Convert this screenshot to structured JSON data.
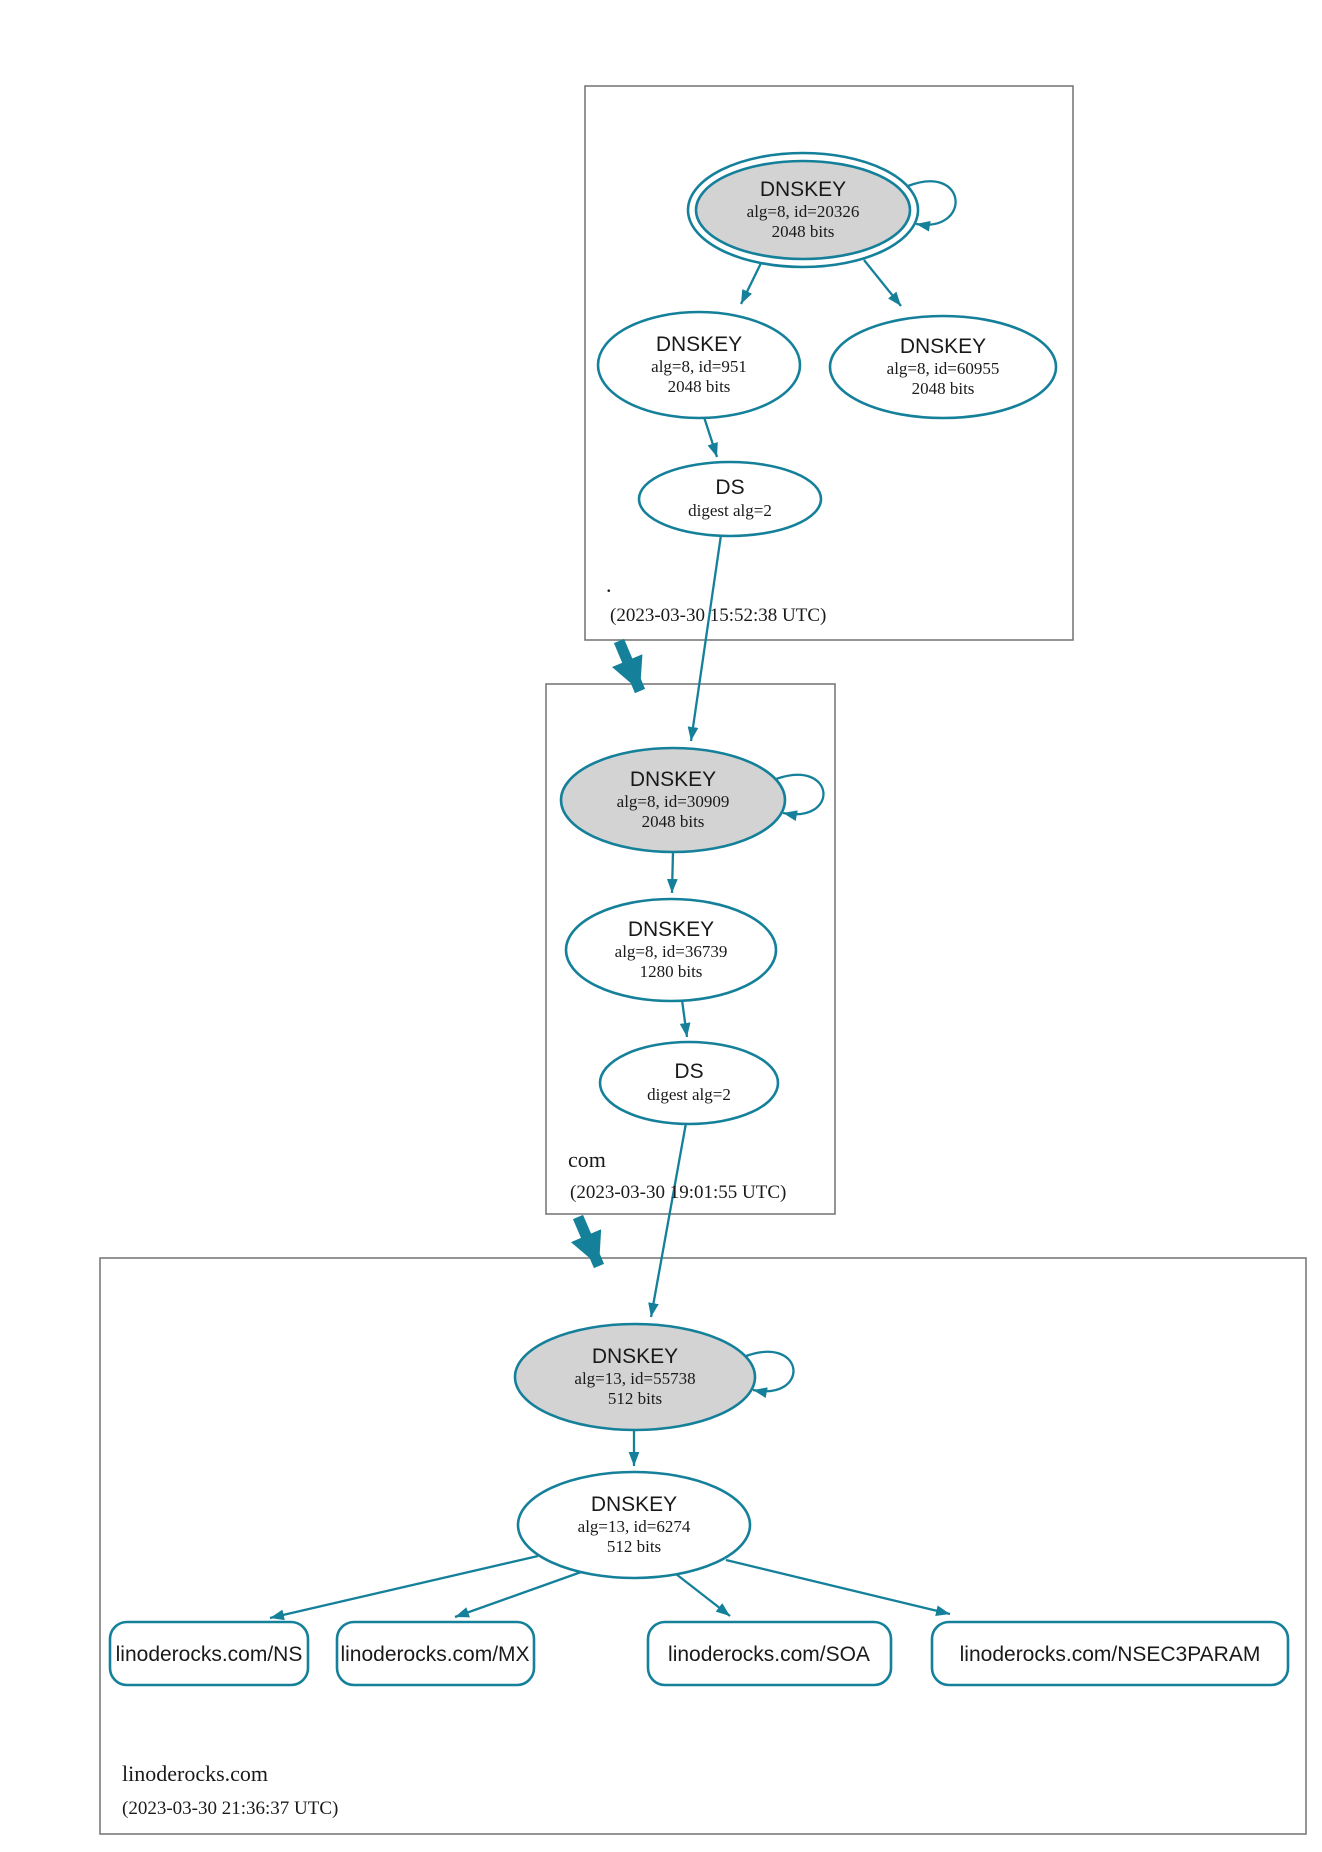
{
  "colors": {
    "edge_teal": "#15809a",
    "ksk_fill": "#d3d3d3",
    "cluster_border": "#7a7a7a",
    "text": "#1a1a1a"
  },
  "zones": [
    {
      "label": ".",
      "timestamp": "(2023-03-30 15:52:38 UTC)",
      "ksk": {
        "title": "DNSKEY",
        "detail": "alg=8, id=20326",
        "bits": "2048 bits"
      },
      "zsk_left": {
        "title": "DNSKEY",
        "detail": "alg=8, id=951",
        "bits": "2048 bits"
      },
      "zsk_right": {
        "title": "DNSKEY",
        "detail": "alg=8, id=60955",
        "bits": "2048 bits"
      },
      "ds": {
        "title": "DS",
        "detail": "digest alg=2"
      }
    },
    {
      "label": "com",
      "timestamp": "(2023-03-30 19:01:55 UTC)",
      "ksk": {
        "title": "DNSKEY",
        "detail": "alg=8, id=30909",
        "bits": "2048 bits"
      },
      "zsk": {
        "title": "DNSKEY",
        "detail": "alg=8, id=36739",
        "bits": "1280 bits"
      },
      "ds": {
        "title": "DS",
        "detail": "digest alg=2"
      }
    },
    {
      "label": "linoderocks.com",
      "timestamp": "(2023-03-30 21:36:37 UTC)",
      "ksk": {
        "title": "DNSKEY",
        "detail": "alg=13, id=55738",
        "bits": "512 bits"
      },
      "zsk": {
        "title": "DNSKEY",
        "detail": "alg=13, id=6274",
        "bits": "512 bits"
      },
      "records": [
        {
          "label": "linoderocks.com/NS"
        },
        {
          "label": "linoderocks.com/MX"
        },
        {
          "label": "linoderocks.com/SOA"
        },
        {
          "label": "linoderocks.com/NSEC3PARAM"
        }
      ]
    }
  ]
}
